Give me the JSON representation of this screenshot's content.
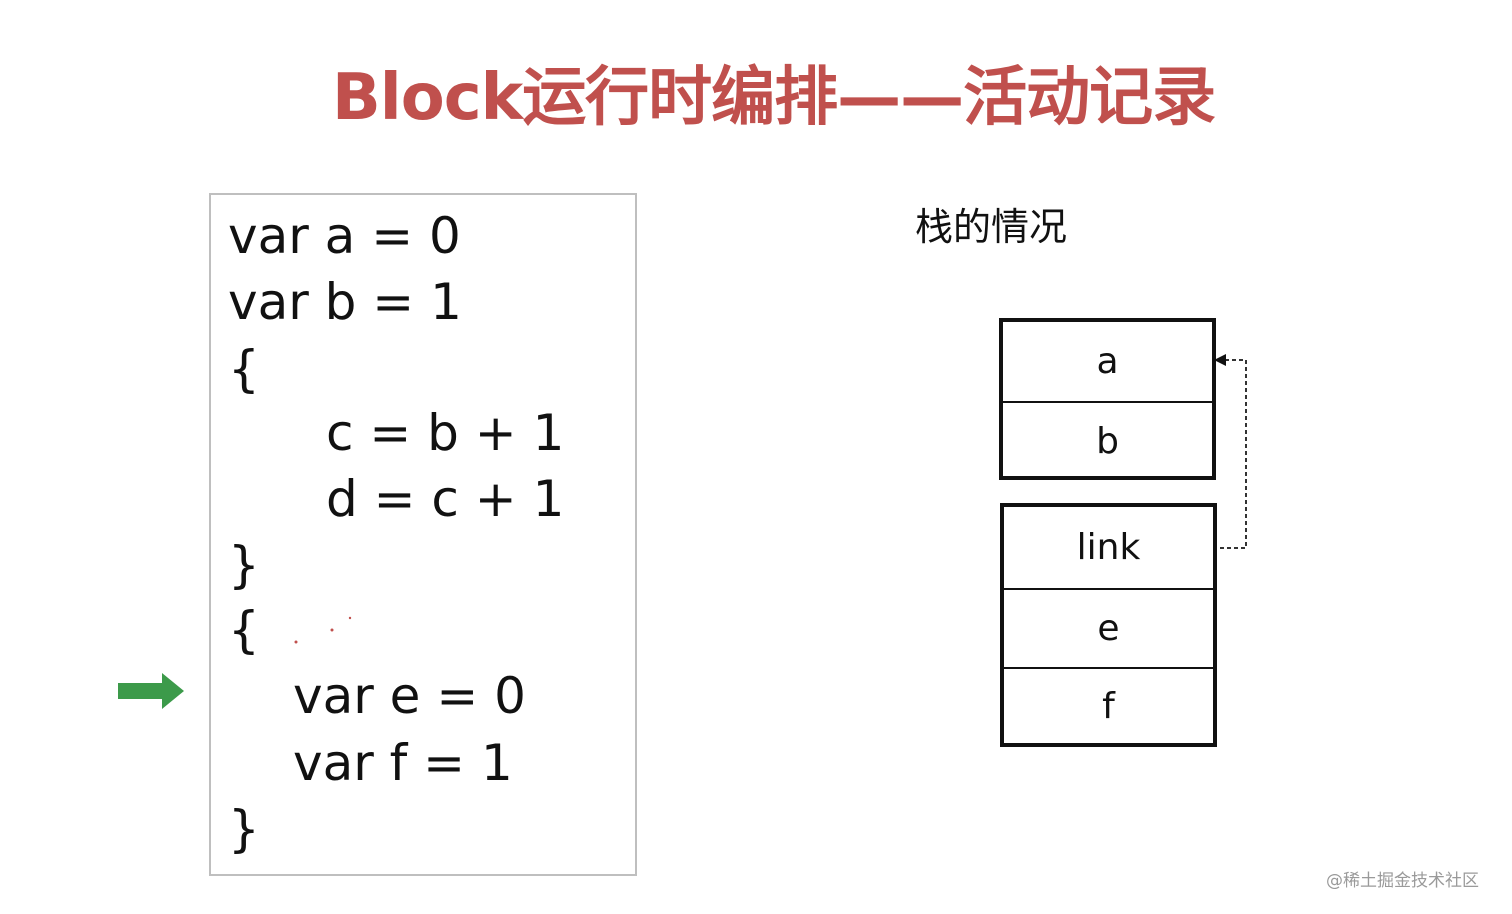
{
  "title": "Block运行时编排——活动记录",
  "code": {
    "lines": [
      "var a = 0",
      "var b = 1",
      "{",
      "c = b + 1",
      "d = c + 1",
      "}",
      "{",
      "var e = 0",
      "var f = 1",
      "}"
    ],
    "current_line_indicator_color": "#3c9a4a"
  },
  "stack": {
    "caption": "栈的情况",
    "frame_1": [
      "a",
      "b"
    ],
    "frame_2": [
      "link",
      "e",
      "f"
    ]
  },
  "watermark": "@稀土掘金技术社区",
  "colors": {
    "title": "#c0504d",
    "arrow": "#3c9a4a",
    "text": "#111111"
  }
}
